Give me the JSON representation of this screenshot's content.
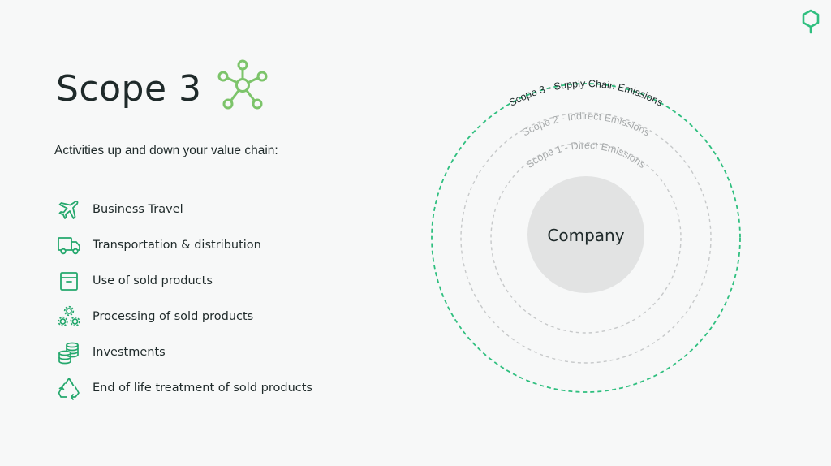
{
  "slide": {
    "title": "Scope 3",
    "subtitle": "Activities up and down your value chain:",
    "title_icon": "network-hub-icon",
    "brand_icon": "map-pin-tree-logo"
  },
  "activities": [
    {
      "label": "Business Travel",
      "icon": "airplane-icon"
    },
    {
      "label": "Transportation & distribution",
      "icon": "delivery-truck-icon"
    },
    {
      "label": "Use of sold products",
      "icon": "package-box-icon"
    },
    {
      "label": "Processing of sold products",
      "icon": "gears-icon"
    },
    {
      "label": "Investments",
      "icon": "coin-stack-icon"
    },
    {
      "label": "End of life treatment of sold products",
      "icon": "recycle-icon"
    }
  ],
  "diagram": {
    "center_label": "Company",
    "rings": [
      {
        "label": "Scope 1 - Direct Emissions",
        "color": "#c7c9ca"
      },
      {
        "label": "Scope 2 - Indirect Emissions",
        "color": "#c7c9ca"
      },
      {
        "label": "Scope 3 - Supply Chain Emissions",
        "color": "#2fbf7f"
      }
    ]
  },
  "colors": {
    "accent_green": "#2fbf7f",
    "icon_green": "#25a86d",
    "title_icon_green": "#7cc46a",
    "company_circle": "#e2e3e3",
    "muted_text": "#a7aaab",
    "dark_text": "#1f2a2a"
  }
}
